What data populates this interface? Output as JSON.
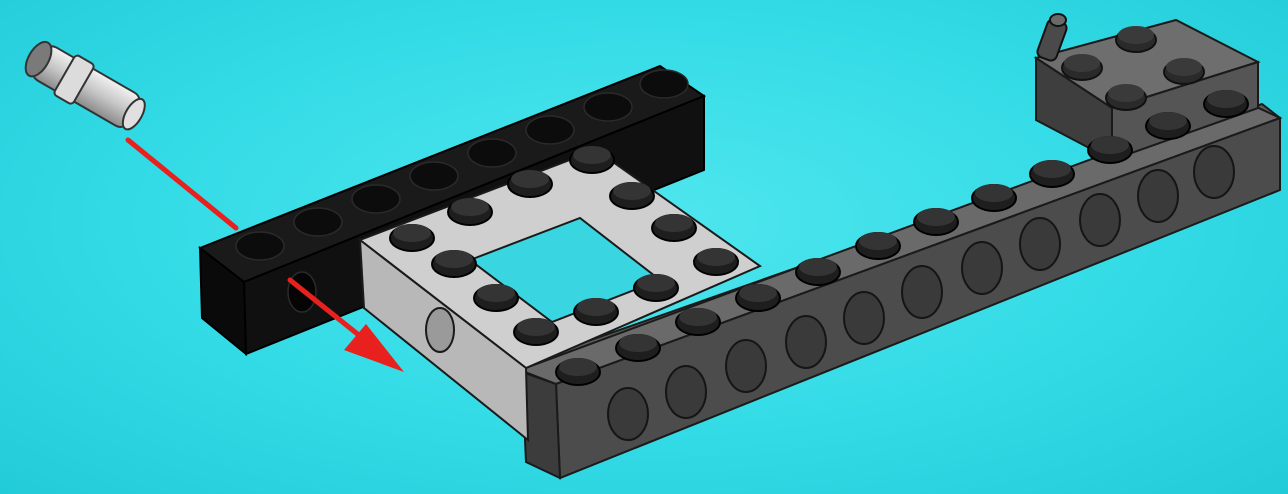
{
  "scene": {
    "background_color": "#35dce6",
    "arrow_color": "#e8201e",
    "parts": [
      {
        "name": "axle-pin",
        "color": "#c8c8c8"
      },
      {
        "name": "black-technic-brick",
        "color": "#141414"
      },
      {
        "name": "light-gray-technic-frame",
        "color": "#c9c9c9"
      },
      {
        "name": "dark-gray-technic-beam",
        "color": "#555555"
      },
      {
        "name": "dark-gray-corner-brick",
        "color": "#5a5a5a"
      }
    ]
  }
}
